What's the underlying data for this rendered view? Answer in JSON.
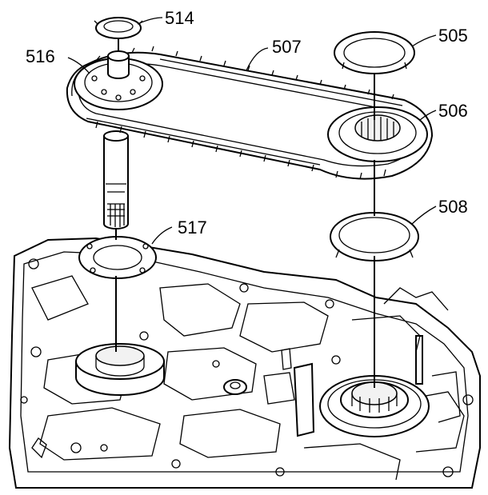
{
  "callouts": {
    "c514": "514",
    "c516": "516",
    "c507": "507",
    "c505": "505",
    "c506": "506",
    "c508": "508",
    "c517": "517"
  }
}
